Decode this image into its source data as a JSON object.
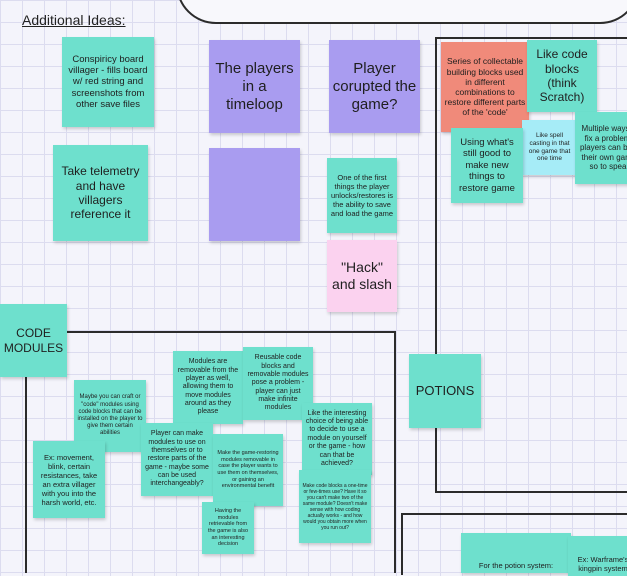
{
  "board": {
    "heading": "Additional Ideas:",
    "notes": {
      "conspiracy": "Conspiricy board villager - fills board w/ red string and screenshots from other save files",
      "telemetry": "Take telemetry and have villagers reference it",
      "timeloop": "The players in a timeloop",
      "corrupted": "Player corupted the game?",
      "blank_purple": "",
      "save_load": "One of the first things the player unlocks/restores is the ability to save and load the game",
      "hack": "\"Hack\" and slash",
      "collectable_blocks": "Series of collectable building blocks used in different combinations to restore different parts of the 'code'",
      "code_blocks": "Like code blocks (think Scratch)",
      "spell_casting": "Like spell casting in that one game that one time",
      "multiple_ways": "Multiple ways to fix a problem - players can build their own game, so to speak",
      "still_good": "Using what's still good to make new things to restore game",
      "code_modules": "CODE MODULES",
      "potions": "POTIONS",
      "removable": "Modules are removable from the player as well, allowing them to move modules around as they please",
      "reusable": "Reusable code blocks and removable modules pose a problem - player can just make infinite modules",
      "craft": "Maybe you can craft or \"code\" modules using code blocks that can be installed on the player to give them certain abilities",
      "player_make": "Player can make modules to use on themselves or to restore parts of the game - maybe some can be used interchangeably?",
      "game_restoring": "Make the game-restoring modules removable in case the player wants to use them on themselves, or gaining an environmental benefit",
      "interesting_choice": "Like the interesting choice of being able to decide to use a module on yourself or the game - how can that be achieved?",
      "movement": "Ex: movement, blink, certain resistances, take an extra villager with you into the harsh world, etc.",
      "having_modules": "Having the modules retrievable from the game is also an interesting decision",
      "make_blocks": "Make code blocks a one-time or few-times use? Have it so you can't make two of the same module? Doesn't make sense with how coding actually works - and how would you obtain more when you run out?",
      "potion_system": "For the potion system:",
      "warframe": "Ex: Warframe's kingpin system"
    }
  }
}
